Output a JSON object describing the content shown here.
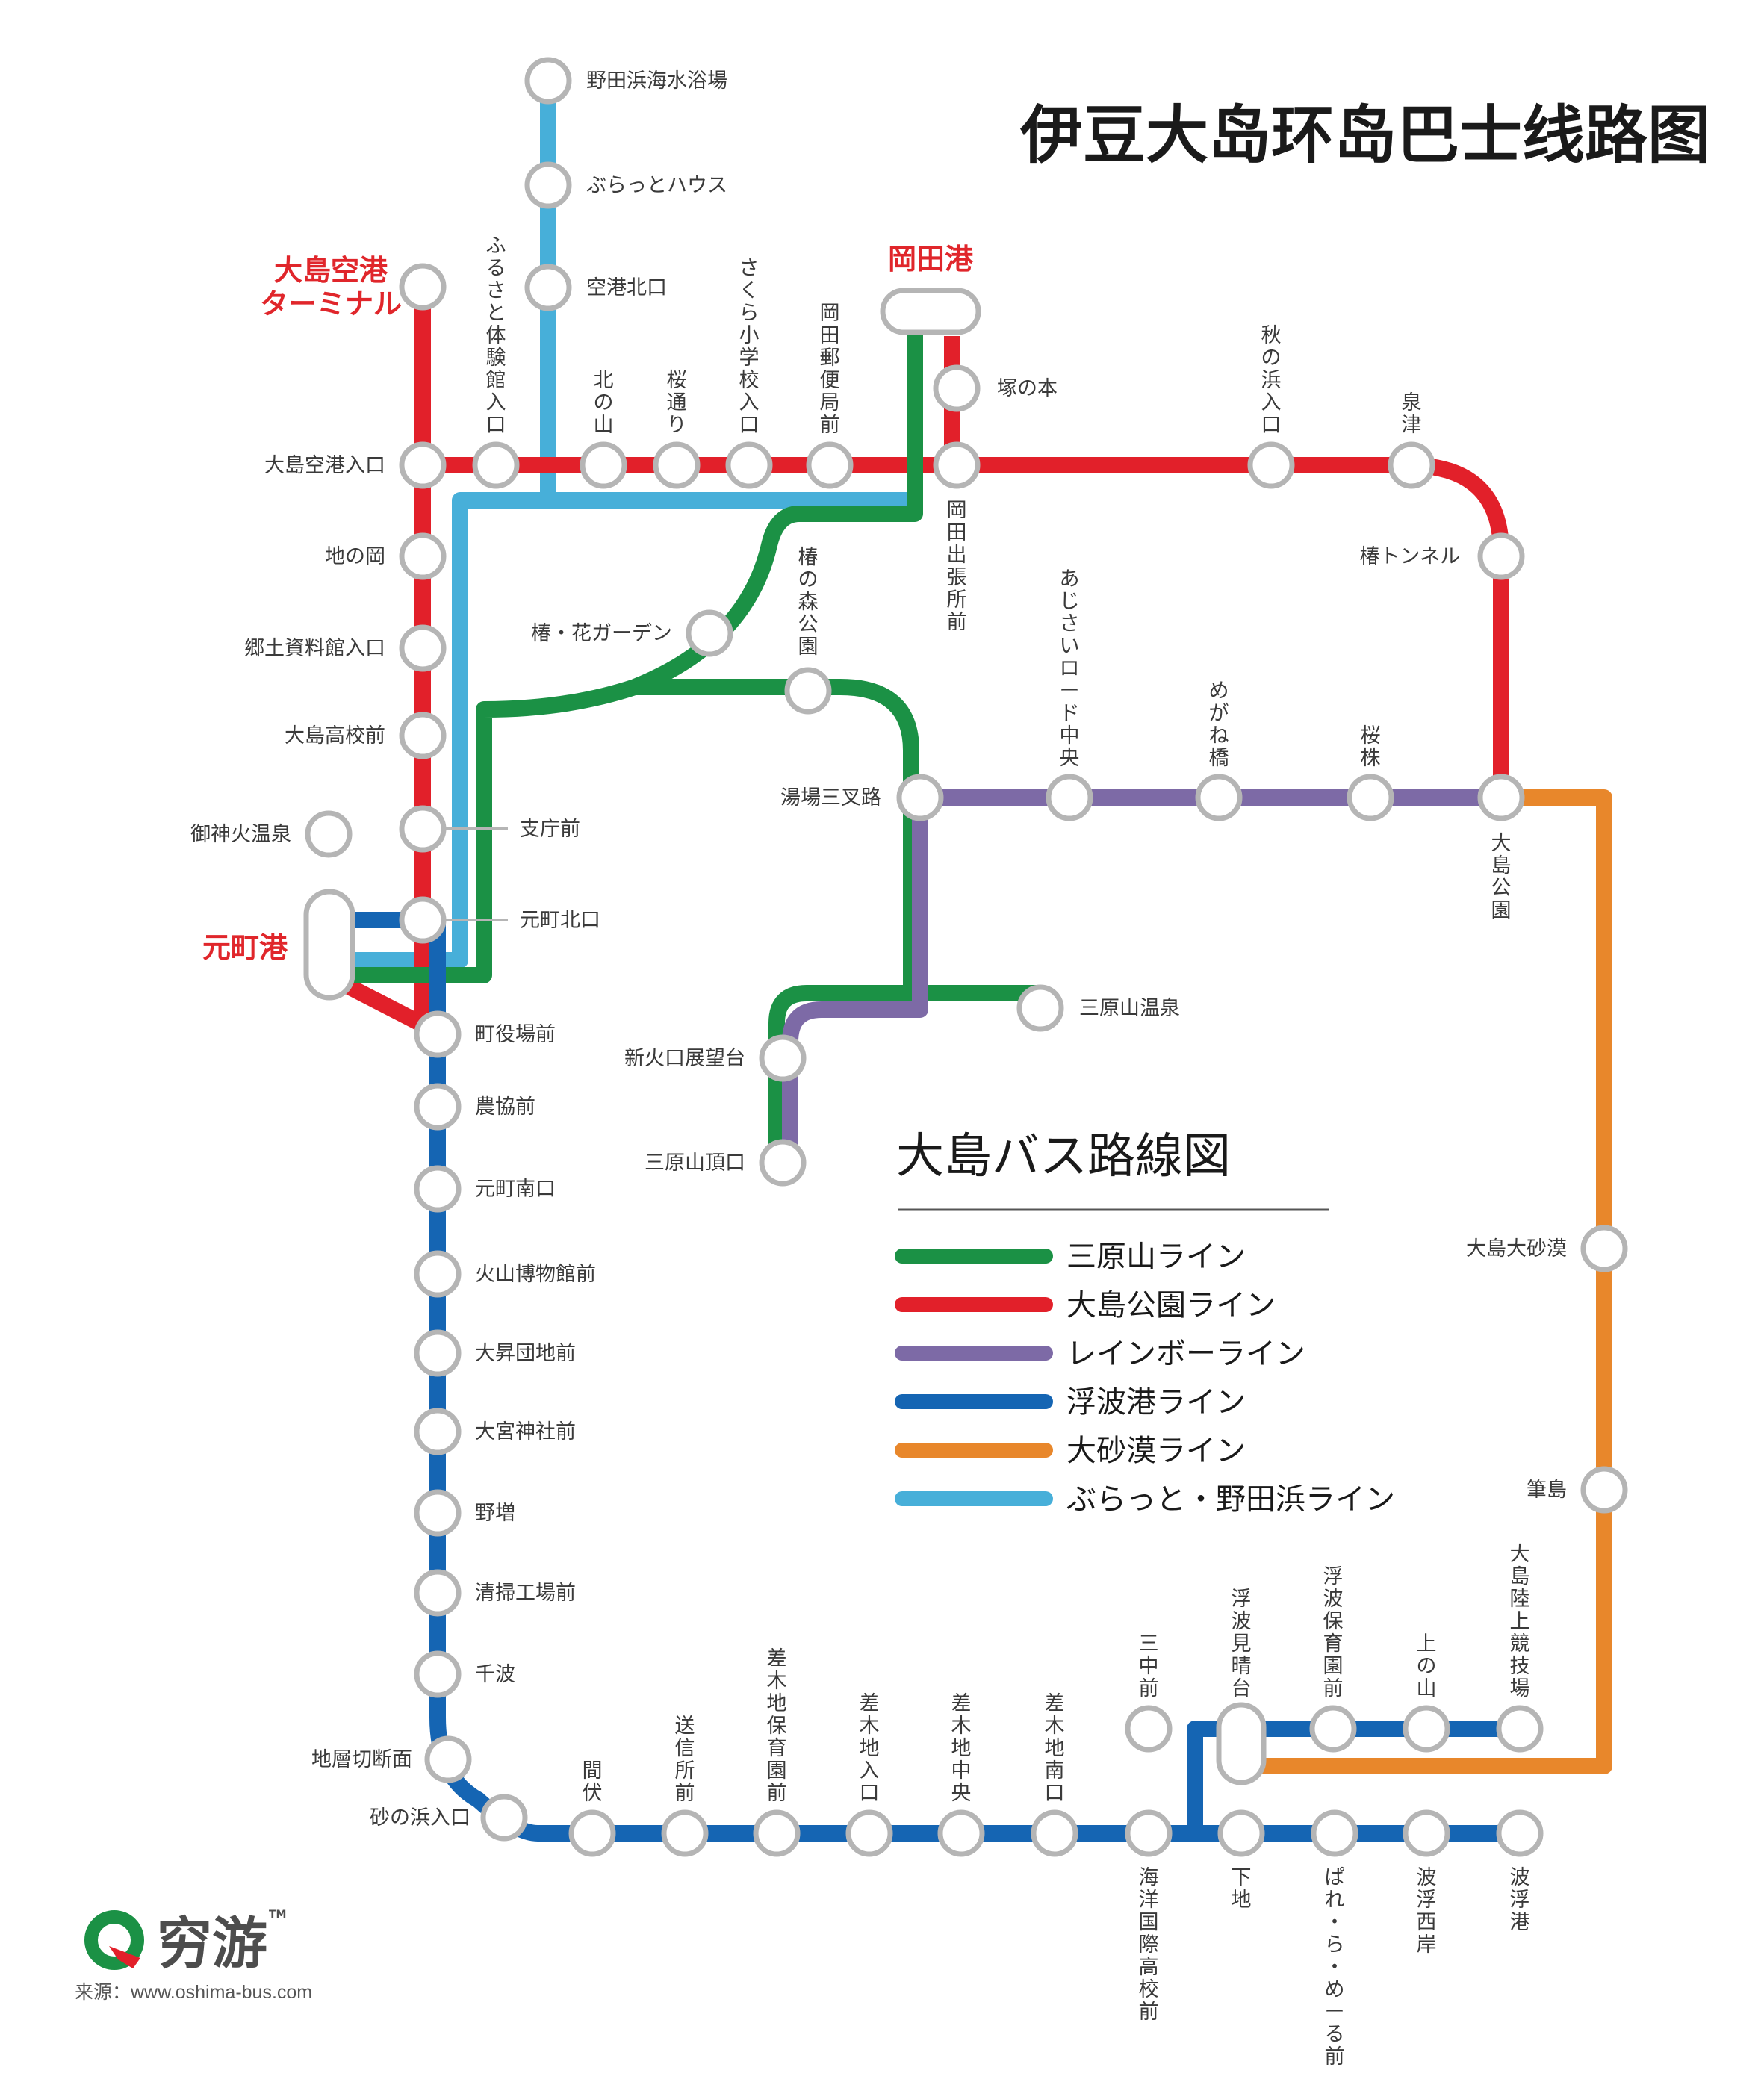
{
  "title": "伊豆大岛环岛巴士线路图",
  "legend": {
    "title": "大島バス路線図",
    "items": [
      {
        "key": "mihara",
        "label": "三原山ライン"
      },
      {
        "key": "koen",
        "label": "大島公園ライン"
      },
      {
        "key": "rainbow",
        "label": "レインボーライン"
      },
      {
        "key": "habu",
        "label": "浮波港ライン"
      },
      {
        "key": "sabaku",
        "label": "大砂漠ライン"
      },
      {
        "key": "burat",
        "label": "ぶらっと・野田浜ライン"
      }
    ]
  },
  "colors": {
    "mihara": "#1b9145",
    "koen": "#e2202a",
    "rainbow": "#7d6aa6",
    "habu": "#1565b3",
    "sabaku": "#e8872b",
    "burat": "#47afd9",
    "station_ring": "#b5b5b5",
    "port_text": "#e0262b",
    "logo_green": "#1b9145",
    "logo_red": "#e2202a"
  },
  "ports": {
    "airport": [
      "大島空港",
      "ターミナル"
    ],
    "okada": "岡田港",
    "motomachi": "元町港"
  },
  "stations": {
    "nodahama": "野田浜海水浴場",
    "buratto_house": "ぶらっとハウス",
    "kuko_kitaguchi": "空港北口",
    "furusato": "ふるさと体験館入口",
    "kitanoyama": "北の山",
    "sakuradori": "桜通り",
    "sakura_school": "さくら小学校入口",
    "okada_post": "岡田郵便局前",
    "tsukanomoto": "塚の本",
    "akinohama": "秋の浜入口",
    "sentsu": "泉津",
    "kuko_iriguchi": "大島空港入口",
    "okada_shutcho": "岡田出張所前",
    "tsubaki_tunnel": "椿トンネル",
    "jinooka": "地の岡",
    "tsubaki_garden": "椿・花ガーデン",
    "tsubaki_mori": "椿の森公園",
    "ajisai": "あじさいロード中央",
    "kyodo": "郷土資料館入口",
    "megane": "めがね橋",
    "sakurakabu": "桜株",
    "koko": "大島高校前",
    "yuba": "湯場三叉路",
    "oshima_koen": "大島公園",
    "gojinka": "御神火温泉",
    "shichomae": "支庁前",
    "motomachi_kita": "元町北口",
    "miharayama_onsen": "三原山温泉",
    "machiyakuba": "町役場前",
    "shinkaguchi": "新火口展望台",
    "nokyo": "農協前",
    "miharayama_chojo": "三原山頂口",
    "motomachi_minami": "元町南口",
    "kazan": "火山博物館前",
    "daisabaku": "大島大砂漠",
    "taisho": "大昇団地前",
    "omiya": "大宮神社前",
    "noma": "野増",
    "fudeshima": "筆島",
    "seiso": "清掃工場前",
    "senba": "千波",
    "rikujo": "大島陸上競技場",
    "habu_miharashi": "浮波見晴台",
    "habu_hoiku": "浮波保育園前",
    "sannaka": "三中前",
    "uenoyama": "上の山",
    "chiso": "地層切断面",
    "sakiji_hoiku": "差木地保育園前",
    "sakiji_iriguchi": "差木地入口",
    "sakiji_chuo": "差木地中央",
    "sakiji_minami": "差木地南口",
    "soshin": "送信所前",
    "mabushi": "間伏",
    "sunanohama": "砂の浜入口",
    "kaiyo": "海洋国際高校前",
    "shimochi": "下地",
    "palala": "ぱれ・ら・めーる前",
    "habu_seigan": "波浮西岸",
    "habu_ko": "波浮港"
  },
  "logo": {
    "name": "穷游",
    "tm": "TM"
  },
  "source": "来源：www.oshima-bus.com"
}
